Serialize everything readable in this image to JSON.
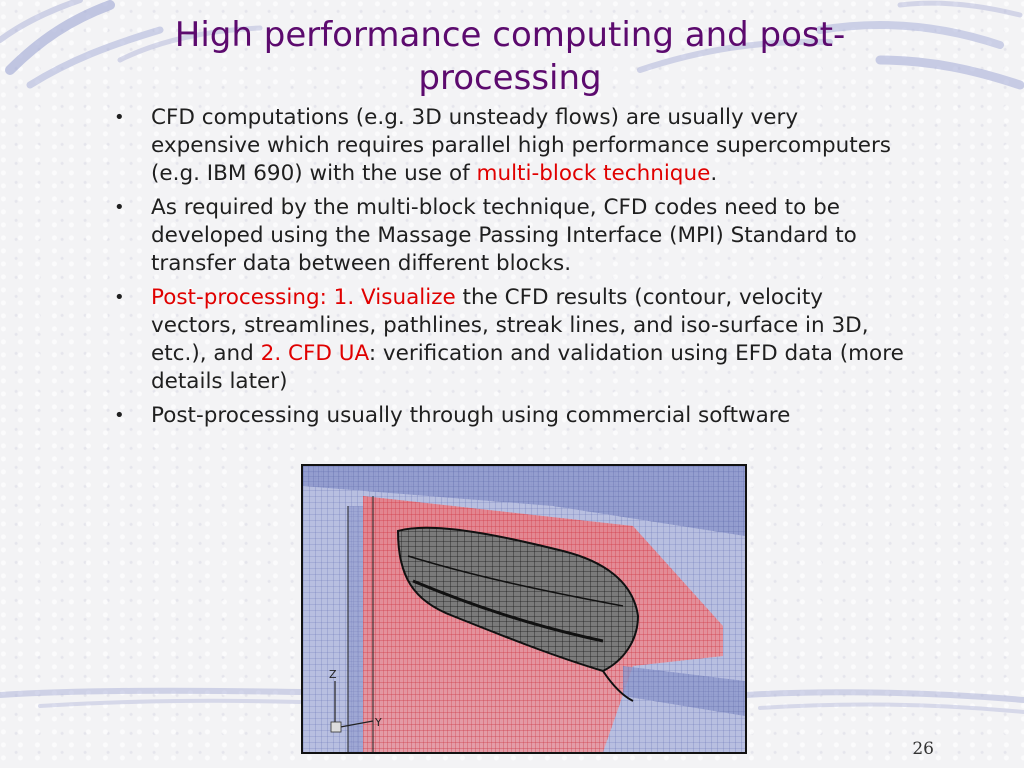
{
  "title": "High performance computing and post-processing",
  "bullets": [
    {
      "parts": [
        {
          "text": "CFD computations (e.g. 3D unsteady flows) are usually very expensive which requires parallel high performance supercomputers (e.g. IBM 690) with the use of ",
          "color": "normal"
        },
        {
          "text": "multi-block technique",
          "color": "red"
        },
        {
          "text": ".",
          "color": "normal"
        }
      ]
    },
    {
      "parts": [
        {
          "text": "As required by the multi-block technique, CFD codes need to be developed using the Massage Passing Interface (MPI) Standard  to transfer data between different blocks.",
          "color": "normal"
        }
      ]
    },
    {
      "parts": [
        {
          "text": "Post-processing: 1. Visualize",
          "color": "red"
        },
        {
          "text": " the CFD results (contour, velocity vectors, streamlines, pathlines, streak lines, and iso-surface in 3D, etc.), and ",
          "color": "normal"
        },
        {
          "text": "2. CFD UA",
          "color": "red"
        },
        {
          "text": ": verification and validation using EFD data (more details later)",
          "color": "normal"
        }
      ]
    },
    {
      "parts": [
        {
          "text": "Post-processing usually through using commercial software",
          "color": "normal"
        }
      ]
    }
  ],
  "figure": {
    "axis_z": "Z",
    "axis_y": "Y"
  },
  "page_number": "26",
  "colors": {
    "title": "#5c0a6e",
    "highlight": "#e00000",
    "swoosh": "#aab0d8"
  }
}
